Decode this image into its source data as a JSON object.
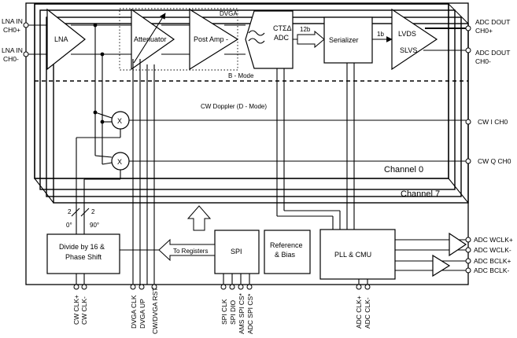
{
  "inputs": {
    "lna_in_ch0_pos": [
      "LNA IN",
      "CH0+"
    ],
    "lna_in_ch0_neg": [
      "LNA IN",
      "CH0-"
    ]
  },
  "outputs": {
    "adc_dout_ch0_pos": [
      "ADC DOUT",
      "CH0+"
    ],
    "adc_dout_ch0_neg": [
      "ADC DOUT",
      "CH0-"
    ],
    "cw_i": "CW I CH0",
    "cw_q": "CW Q CH0",
    "adc_wclk_pos": "ADC WCLK+",
    "adc_wclk_neg": "ADC WCLK-",
    "adc_bclk_pos": "ADC BCLK+",
    "adc_bclk_neg": "ADC BCLK-"
  },
  "blocks": {
    "lna": "LNA",
    "attenuator": "Attenuator",
    "post_amp": "Post Amp -",
    "dvga": "DVGA",
    "adc": [
      "CTΣΔ",
      "ADC"
    ],
    "serializer": "Serializer",
    "lvds": "LVDS",
    "slvs": "SLVS",
    "bits_12": "12b",
    "bits_1": "1b",
    "mixer_symbol": "X",
    "divide": [
      "Divide by 16 &",
      "Phase Shift"
    ],
    "spi": "SPI",
    "reference": [
      "Reference",
      "& Bias"
    ],
    "pll": "PLL & CMU",
    "to_registers": "To Registers"
  },
  "modes": {
    "b_mode": "B - Mode",
    "cw_doppler": "CW Doppler (D - Mode)"
  },
  "channels": {
    "channel_0": "Channel 0",
    "channel_7": "Channel 7"
  },
  "divider_labels": {
    "count_a": "2",
    "count_b": "2",
    "phase_0": "0°",
    "phase_90": "90°"
  },
  "bottom_pins": [
    "CW CLK+",
    "CW CLK-",
    "DVGA CLK",
    "DVGA UP",
    "CW/DVGA RST",
    "SPI CLK",
    "SPI DIO",
    "AMS SPI CS*",
    "ADC SPI CS*",
    "ADC CLK+",
    "ADC CLK-"
  ]
}
